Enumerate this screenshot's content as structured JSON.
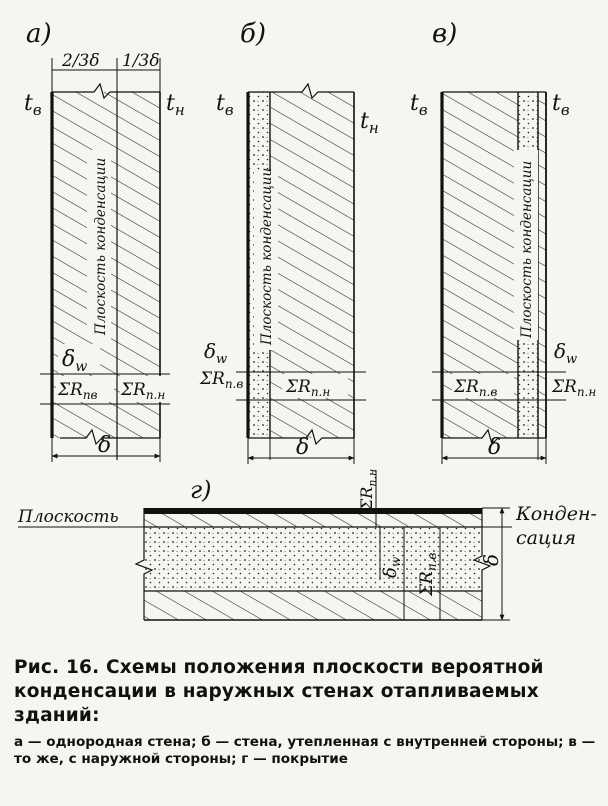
{
  "panels": {
    "a": {
      "letter": "а)",
      "dim_left": "2/3δ",
      "dim_right": "1/3δ",
      "t_inner": "t",
      "t_inner_sub": "в",
      "t_outer": "t",
      "t_outer_sub": "н",
      "plane_label": "Плоскость конденсации",
      "delta_w": "δ",
      "delta_w_sub": "w",
      "r_inner": "ΣR",
      "r_inner_sub": "пв",
      "r_outer": "ΣR",
      "r_outer_sub": "п.н",
      "delta": "δ"
    },
    "b": {
      "letter": "б)",
      "t_inner": "t",
      "t_inner_sub": "в",
      "t_outer": "t",
      "t_outer_sub": "н",
      "plane_label": "Плоскость конденсации",
      "delta_w": "δ",
      "delta_w_sub": "w",
      "r_inner": "ΣR",
      "r_inner_sub": "п.в",
      "r_outer": "ΣR",
      "r_outer_sub": "п.н",
      "delta": "δ"
    },
    "v": {
      "letter": "в)",
      "t_inner": "t",
      "t_inner_sub": "в",
      "t_outer": "t",
      "t_outer_sub": "в",
      "plane_label": "Плоскость конденсации",
      "delta_w": "δ",
      "delta_w_sub": "w",
      "r_inner": "ΣR",
      "r_inner_sub": "п.в",
      "r_outer": "ΣR",
      "r_outer_sub": "п.н",
      "delta": "δ"
    },
    "g": {
      "letter": "г)",
      "plane_left": "Плоскость",
      "plane_right_1": "Конден-",
      "plane_right_2": "сация",
      "r_outer": "ΣR",
      "r_outer_sub": "п.н",
      "delta_w": "δ",
      "delta_w_sub": "w",
      "r_inner": "ΣR",
      "r_inner_sub": "п.в",
      "delta": "δ"
    }
  },
  "caption": {
    "title": "Рис. 16. Схемы положения плоскости вероятной конденсации в наружных стенах отапливаемых зданий:",
    "note": "а — однородная стена; б — стена, утепленная с внутренней стороны; в — то же, с наружной стороны; г — покрытие"
  },
  "colors": {
    "ink": "#111111",
    "paper": "#f6f5f1"
  }
}
